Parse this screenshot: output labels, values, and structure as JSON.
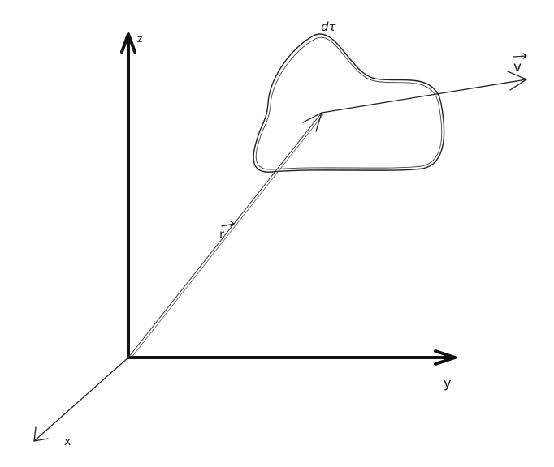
{
  "labels": {
    "z_axis": "z",
    "y_axis": "y",
    "x_axis": "x",
    "position_vector": "r",
    "velocity_vector": "v",
    "volume_element": "dτ"
  },
  "colors": {
    "ink": "#1a1a1a",
    "background": "#ffffff"
  },
  "icons": {
    "vector_arrow": "over-arrow-icon"
  }
}
